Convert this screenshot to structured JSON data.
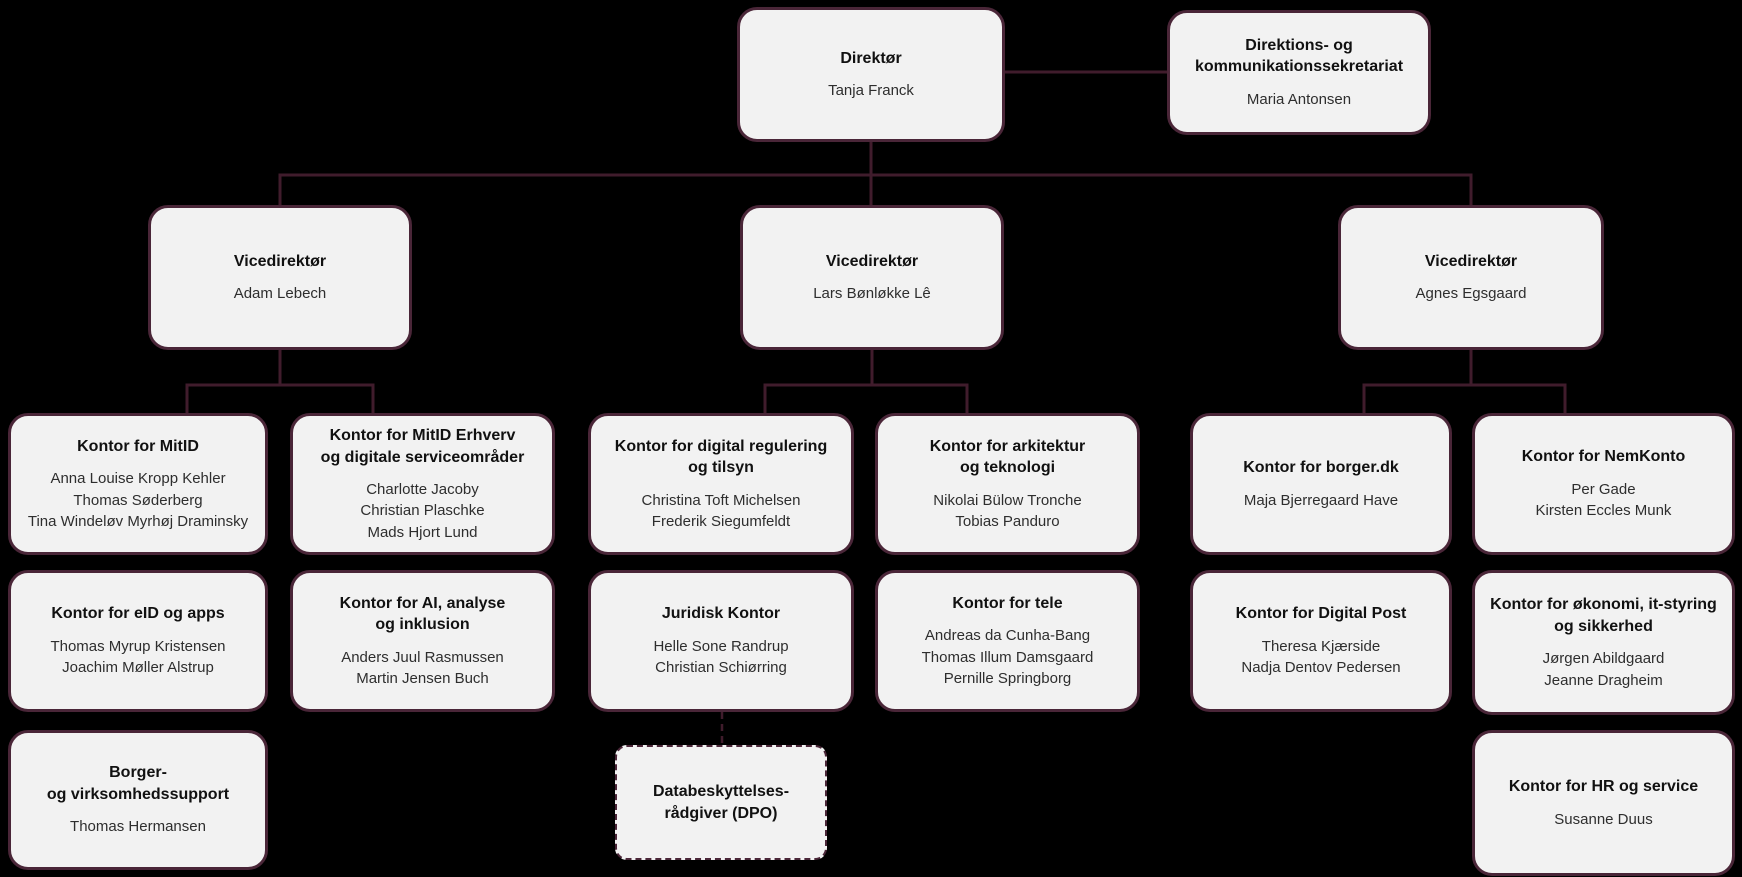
{
  "colors": {
    "background": "#000000",
    "box_fill": "#f2f2f2",
    "box_border": "#4a2638",
    "connector": "#401c2c",
    "title_text": "#111111",
    "name_text": "#2e2e2e"
  },
  "boxes": {
    "direktor": {
      "title": "Direktør",
      "names": [
        "Tanja Franck"
      ]
    },
    "sekretariat": {
      "title": "Direktions- og\nkommunikationssekretariat",
      "names": [
        "Maria Antonsen"
      ]
    },
    "vice1": {
      "title": "Vicedirektør",
      "names": [
        "Adam Lebech"
      ]
    },
    "vice2": {
      "title": "Vicedirektør",
      "names": [
        "Lars Bønløkke Lê"
      ]
    },
    "vice3": {
      "title": "Vicedirektør",
      "names": [
        "Agnes Egsgaard"
      ]
    },
    "mitid": {
      "title": "Kontor for MitID",
      "names": [
        "Anna Louise Kropp Kehler",
        "Thomas Søderberg",
        "Tina Windeløv Myrhøj Draminsky"
      ]
    },
    "mitid_erhverv": {
      "title": "Kontor for MitID Erhverv\nog digitale serviceområder",
      "names": [
        "Charlotte Jacoby",
        "Christian Plaschke",
        "Mads Hjort Lund"
      ]
    },
    "eid_apps": {
      "title": "Kontor for eID og apps",
      "names": [
        "Thomas Myrup Kristensen",
        "Joachim Møller Alstrup"
      ]
    },
    "ai": {
      "title": "Kontor for AI, analyse\nog inklusion",
      "names": [
        "Anders Juul Rasmussen",
        "Martin Jensen Buch"
      ]
    },
    "borger_support": {
      "title": "Borger-\nog virksomhedssupport",
      "names": [
        "Thomas Hermansen"
      ]
    },
    "regulering": {
      "title": "Kontor for digital regulering\nog tilsyn",
      "names": [
        "Christina Toft Michelsen",
        "Frederik Siegumfeldt"
      ]
    },
    "arkitektur": {
      "title": "Kontor for arkitektur\nog teknologi",
      "names": [
        "Nikolai Bülow Tronche",
        "Tobias Panduro"
      ]
    },
    "juridisk": {
      "title": "Juridisk Kontor",
      "names": [
        "Helle Sone Randrup",
        "Christian Schiørring"
      ]
    },
    "tele": {
      "title": "Kontor for tele",
      "names": [
        "Andreas da Cunha-Bang",
        "Thomas Illum Damsgaard",
        "Pernille Springborg"
      ]
    },
    "dpo": {
      "title": "Databeskyttelses-\nrådgiver (DPO)",
      "names": []
    },
    "borgerdk": {
      "title": "Kontor for borger.dk",
      "names": [
        "Maja Bjerregaard Have"
      ]
    },
    "nemkonto": {
      "title": "Kontor for NemKonto",
      "names": [
        "Per Gade",
        "Kirsten Eccles Munk"
      ]
    },
    "digitalpost": {
      "title": "Kontor for Digital Post",
      "names": [
        "Theresa Kjærside",
        "Nadja Dentov Pedersen"
      ]
    },
    "okonomi": {
      "title": "Kontor for økonomi, it-styring\nog sikkerhed",
      "names": [
        "Jørgen Abildgaard",
        "Jeanne Dragheim"
      ]
    },
    "hr": {
      "title": "Kontor for HR og service",
      "names": [
        "Susanne Duus"
      ]
    }
  }
}
